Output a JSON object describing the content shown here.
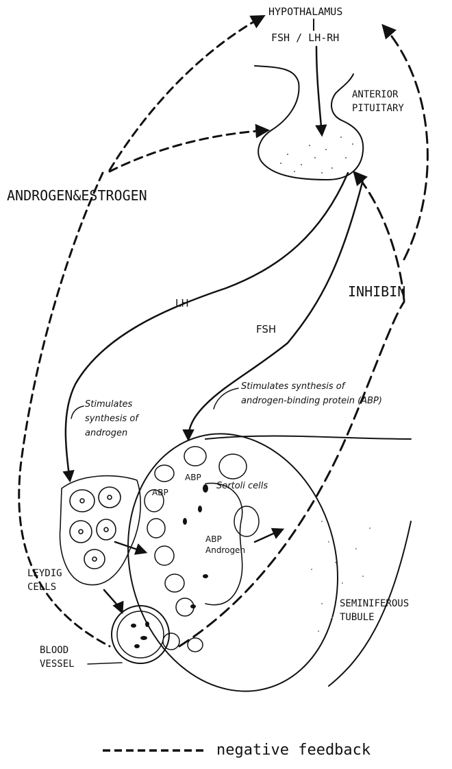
{
  "labels": {
    "hypothalamus": "HYPOTHALAMUS",
    "releasing_hormone": "FSH / LH-RH",
    "anterior_pituitary_line1": "ANTERIOR",
    "anterior_pituitary_line2": "PITUITARY",
    "androgen_estrogen": "ANDROGEN&ESTROGEN",
    "inhibin": "INHIBIN",
    "lh": "LH",
    "fsh": "FSH",
    "stim_androgen_line1": "Stimulates",
    "stim_androgen_line2": "synthesis of",
    "stim_androgen_line3": "androgen",
    "stim_abp_line1": "Stimulates synthesis of",
    "stim_abp_line2": "androgen-binding protein (ABP)",
    "abp_1": "ABP",
    "abp_2": "ABP",
    "abp_3": "ABP",
    "androgen": "Androgen",
    "sertoli_cells": "Sertoli cells",
    "leydig_line1": "LEYDIG",
    "leydig_line2": "CELLS",
    "seminiferous_line1": "SEMINIFEROUS",
    "seminiferous_line2": "TUBULE",
    "blood_line1": "BLOOD",
    "blood_line2": "VESSEL"
  },
  "legend": {
    "text": "negative feedback"
  }
}
